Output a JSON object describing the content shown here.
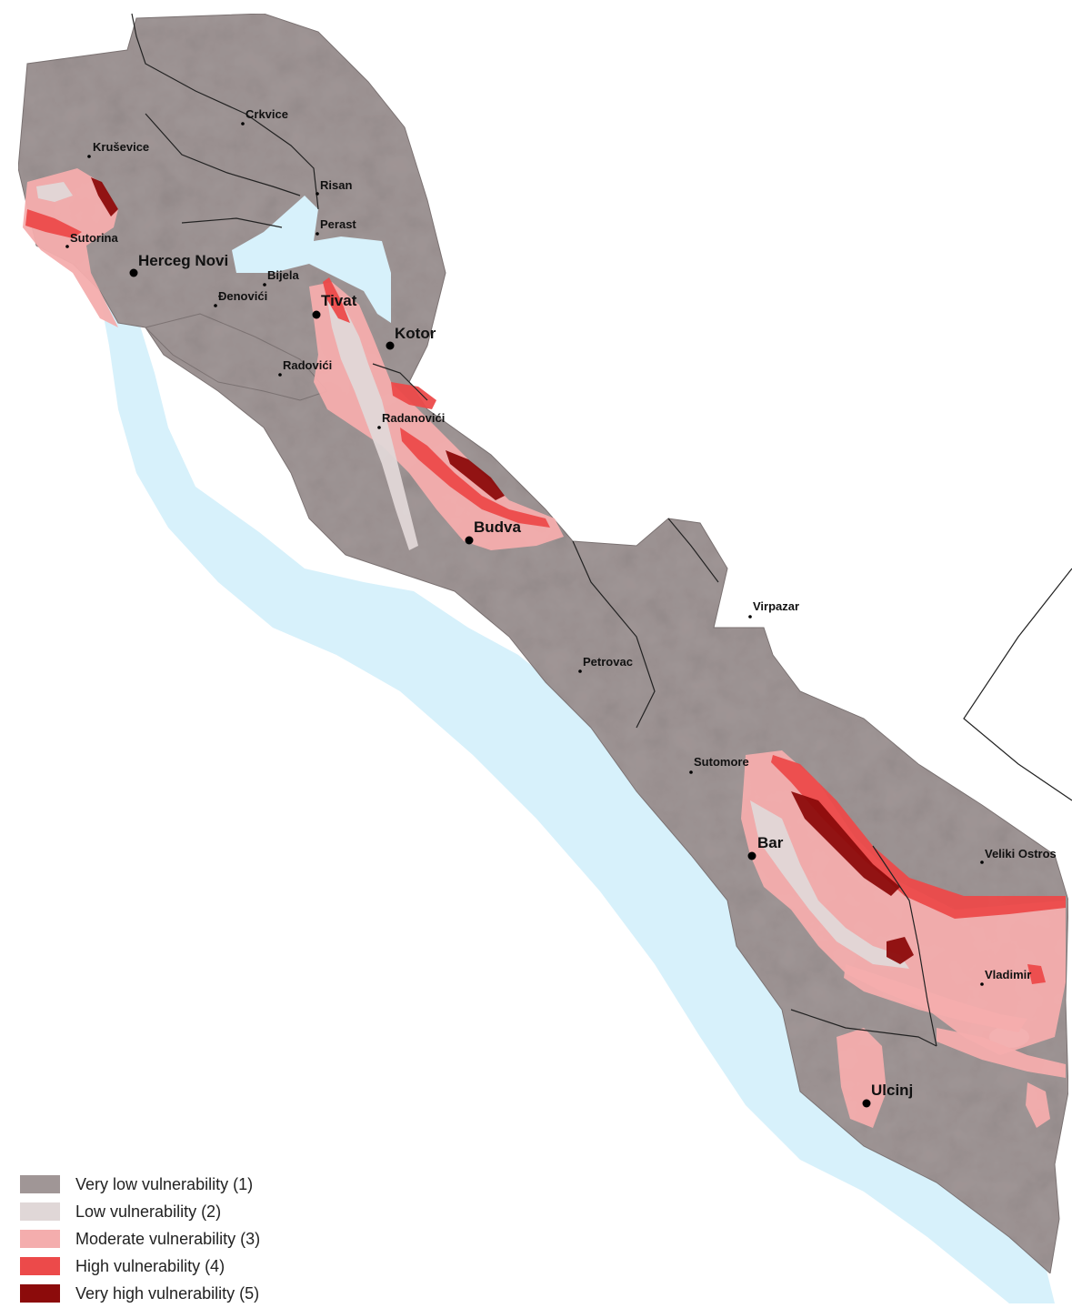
{
  "map": {
    "colors": {
      "sea": "#d7f1fb",
      "very_low": "#a09696",
      "low": "#e0d7d7",
      "moderate": "#f4adad",
      "high": "#ec4a4a",
      "very_high": "#8c0b0b",
      "border": "#222222"
    },
    "places": [
      {
        "name": "Crkvice",
        "size": "minor"
      },
      {
        "name": "Kruševice",
        "size": "minor"
      },
      {
        "name": "Risan",
        "size": "minor"
      },
      {
        "name": "Perast",
        "size": "minor"
      },
      {
        "name": "Sutorina",
        "size": "minor"
      },
      {
        "name": "Herceg Novi",
        "size": "major"
      },
      {
        "name": "Bijela",
        "size": "minor"
      },
      {
        "name": "Đenovići",
        "size": "minor"
      },
      {
        "name": "Tivat",
        "size": "major"
      },
      {
        "name": "Kotor",
        "size": "major"
      },
      {
        "name": "Radovići",
        "size": "minor"
      },
      {
        "name": "Radanovići",
        "size": "minor"
      },
      {
        "name": "Budva",
        "size": "major"
      },
      {
        "name": "Virpazar",
        "size": "minor"
      },
      {
        "name": "Petrovac",
        "size": "minor"
      },
      {
        "name": "Sutomore",
        "size": "minor"
      },
      {
        "name": "Bar",
        "size": "major"
      },
      {
        "name": "Veliki Ostros",
        "size": "minor"
      },
      {
        "name": "Vladimir",
        "size": "minor"
      },
      {
        "name": "Ulcinj",
        "size": "major"
      }
    ]
  },
  "legend": {
    "items": [
      {
        "label": "Very low vulnerability (1)",
        "color": "#a09696"
      },
      {
        "label": "Low vulnerability (2)",
        "color": "#e0d7d7"
      },
      {
        "label": "Moderate vulnerability (3)",
        "color": "#f4adad"
      },
      {
        "label": "High vulnerability (4)",
        "color": "#ec4a4a"
      },
      {
        "label": "Very high vulnerability (5)",
        "color": "#8c0b0b"
      }
    ]
  }
}
